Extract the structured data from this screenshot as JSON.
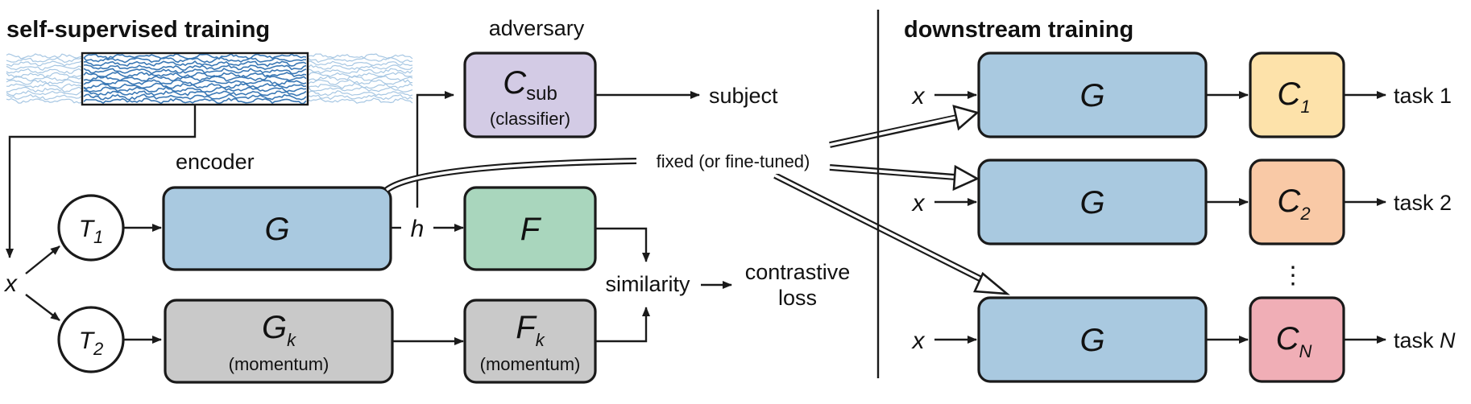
{
  "colors": {
    "encoder_blue": "#a9c9e0",
    "projector_green": "#a9d6bd",
    "adversary_purple": "#d3cbe5",
    "momentum_gray": "#c9c9c9",
    "c1_yellow": "#fde2aa",
    "c2_orange": "#f9c9a6",
    "cn_pink": "#f0aeb6",
    "signal_blue": "#3a78b5",
    "signal_light": "#a7c7e3"
  },
  "headings": {
    "left": "self-supervised training",
    "right": "downstream training"
  },
  "labels": {
    "adversary": "adversary",
    "encoder": "encoder",
    "subject": "subject",
    "fixed": "fixed (or fine-tuned)",
    "similarity": "similarity",
    "contrastive_1": "contrastive",
    "contrastive_2": "loss",
    "x": "x",
    "h": "h",
    "ellipsis": "⋮"
  },
  "nodes": {
    "T1": {
      "main": "T",
      "sub": "1"
    },
    "T2": {
      "main": "T",
      "sub": "2"
    },
    "G": {
      "main": "G"
    },
    "Gk": {
      "main": "G",
      "sub": "k",
      "note": "(momentum)"
    },
    "F": {
      "main": "F"
    },
    "Fk": {
      "main": "F",
      "sub": "k",
      "note": "(momentum)"
    },
    "Csub": {
      "main": "C",
      "sub": "sub",
      "note": "(classifier)"
    }
  },
  "downstream": {
    "encoder_label": "G",
    "input_label": "x",
    "rows": [
      {
        "classifier_main": "C",
        "classifier_sub": "1",
        "task_prefix": "task ",
        "task_id": "1"
      },
      {
        "classifier_main": "C",
        "classifier_sub": "2",
        "task_prefix": "task ",
        "task_id": "2"
      },
      {
        "classifier_main": "C",
        "classifier_sub": "N",
        "task_prefix": "task ",
        "task_id": "N"
      }
    ]
  }
}
